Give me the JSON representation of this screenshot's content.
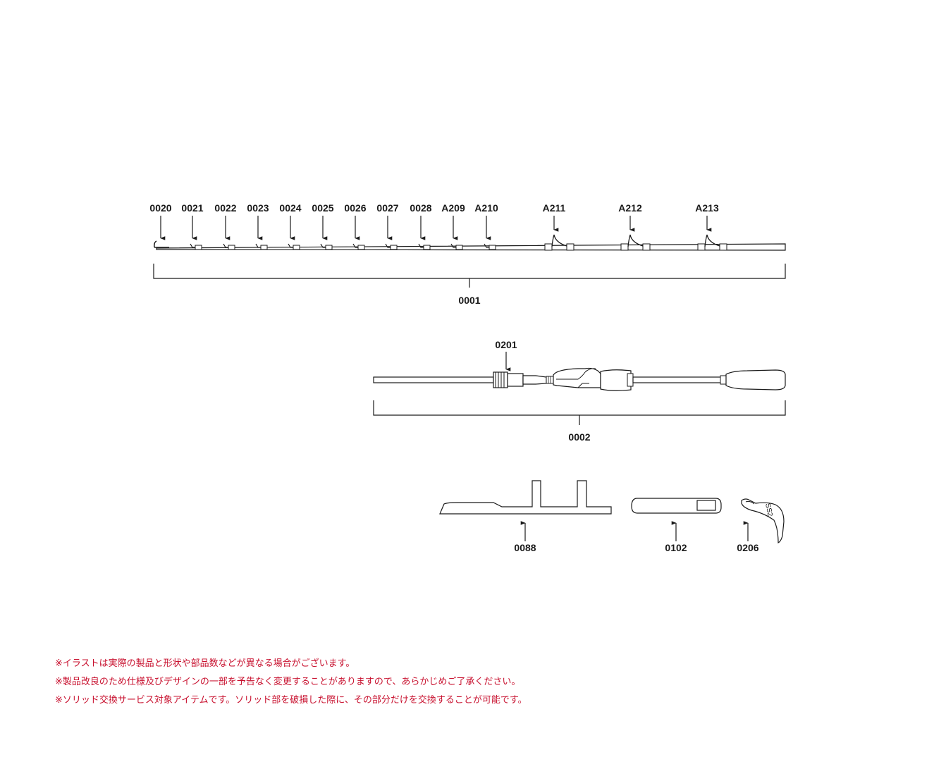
{
  "tip_section": {
    "guide_labels": [
      "0020",
      "0021",
      "0022",
      "0023",
      "0024",
      "0025",
      "0026",
      "0027",
      "0028",
      "A209",
      "A210",
      "A211",
      "A212",
      "A213"
    ],
    "assembly_label": "0001"
  },
  "butt_section": {
    "reel_seat_label": "0201",
    "assembly_label": "0002"
  },
  "accessories": {
    "stand_label": "0088",
    "cap_label": "0102",
    "hook_keeper_label": "0206",
    "hook_keeper_text": "SS2"
  },
  "notes": [
    "※イラストは実際の製品と形状や部品数などが異なる場合がございます。",
    "※製品改良のため仕様及びデザインの一部を予告なく変更することがありますので、あらかじめご了承ください。",
    "※ソリッド交換サービス対象アイテムです。ソリッド部を破損した際に、その部分だけを交換することが可能です。"
  ],
  "colors": {
    "ink": "#1a1a1a",
    "note_red": "#c8102e"
  }
}
